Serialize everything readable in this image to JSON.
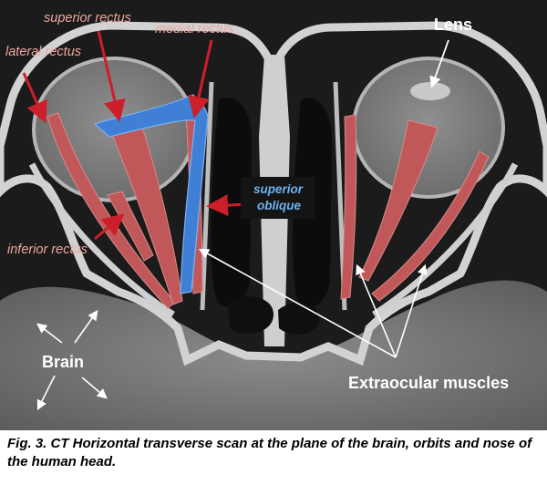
{
  "figure": {
    "labels": {
      "superior_rectus": "superior rectus",
      "medial_rectus": "medial rectus",
      "lateral_rectus": "lateral rectus",
      "inferior_rectus": "inferior rectus",
      "superior_oblique_line1": "superior",
      "superior_oblique_line2": "oblique",
      "lens": "Lens",
      "brain": "Brain",
      "extraocular_muscles": "Extraocular muscles"
    },
    "colors": {
      "muscle_red": "#c0585a",
      "muscle_blue": "#3f7fd6",
      "arrow_red": "#cc1f2a",
      "label_pink": "#f0a7a0",
      "label_blue": "#6fb3f2",
      "scan_background": "#1b1b1b",
      "bone_light": "#d2d2d2"
    }
  },
  "caption": "Fig. 3. CT Horizontal transverse scan at the plane of the brain, orbits and nose of the human head."
}
